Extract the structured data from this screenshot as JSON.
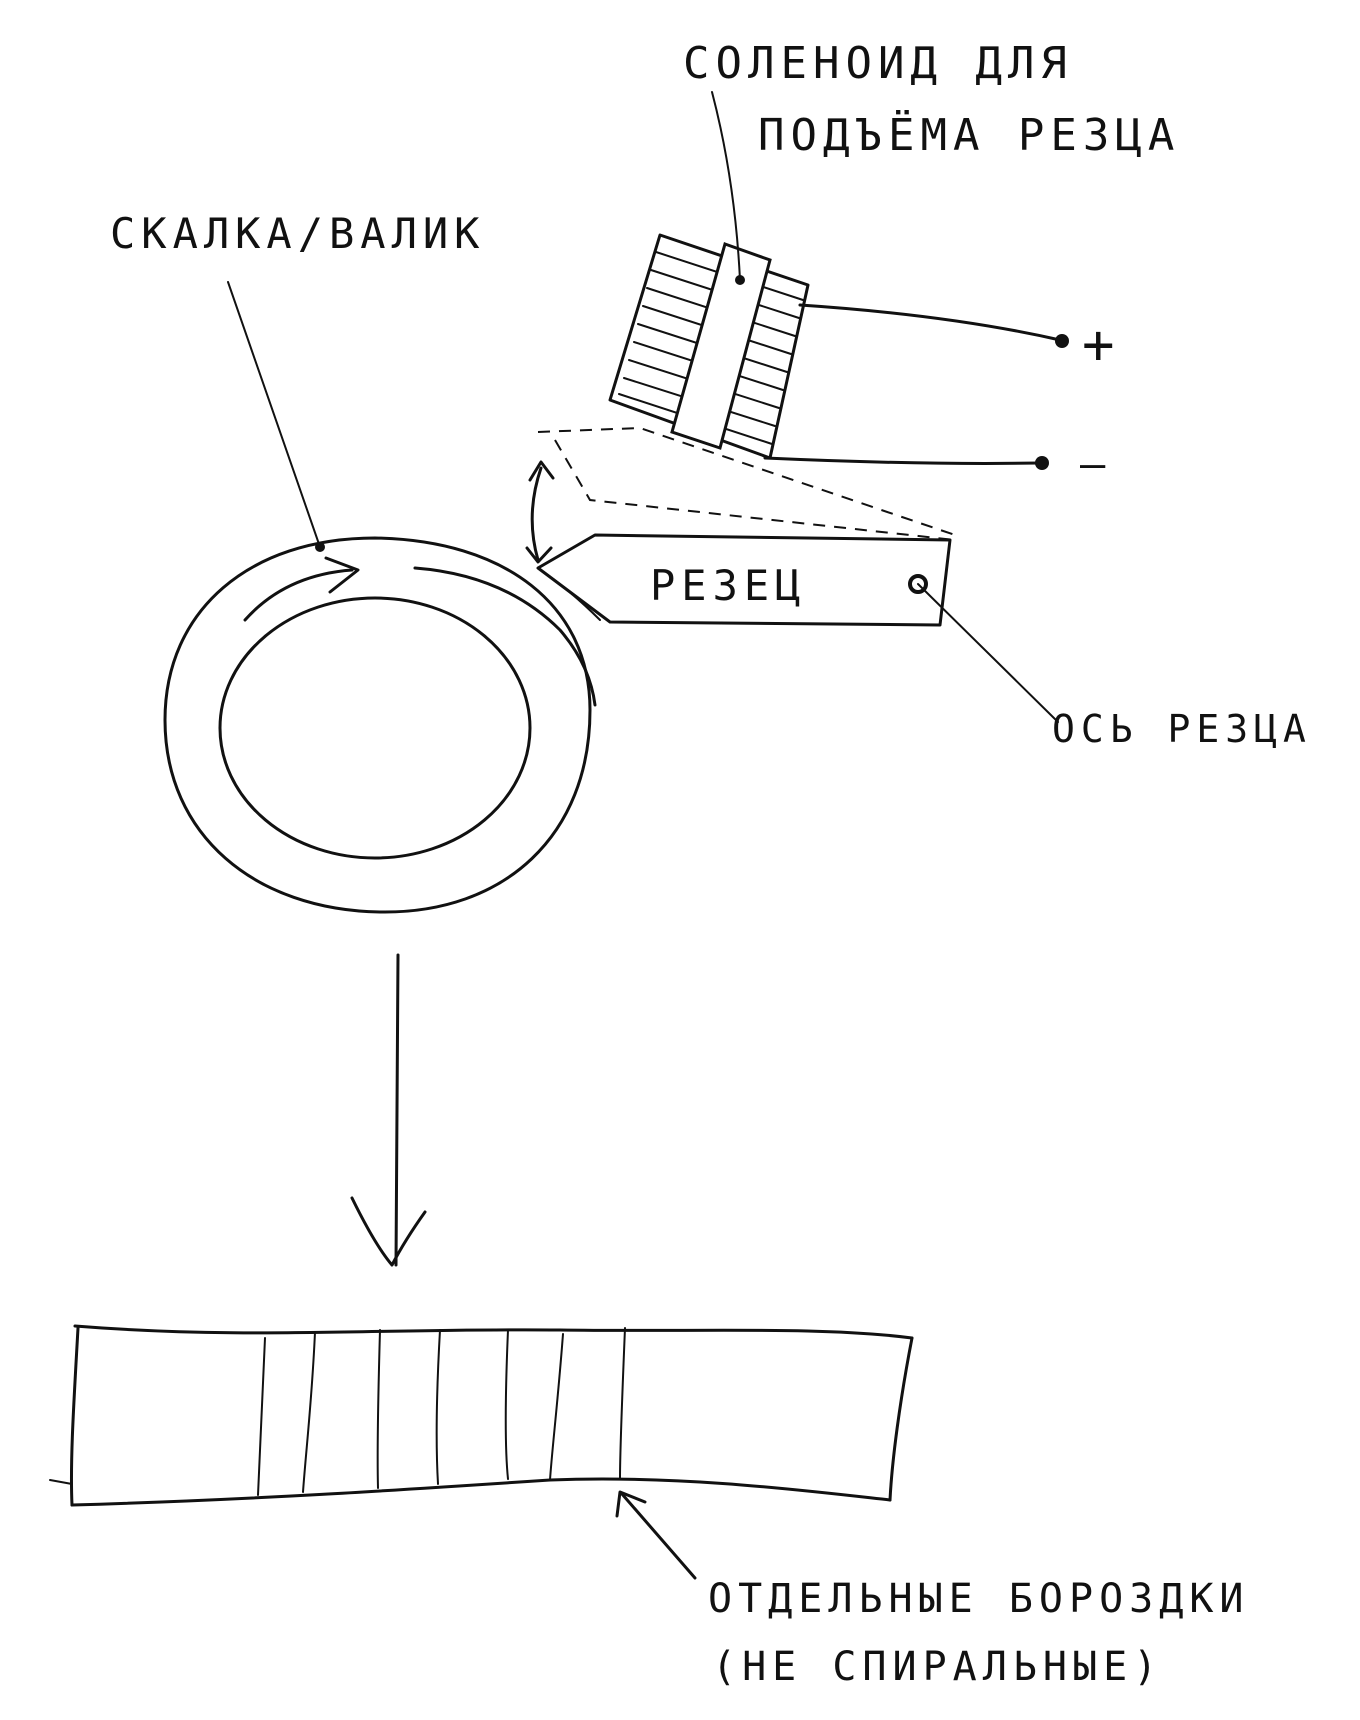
{
  "labels": {
    "solenoid_line1": "СОЛЕНОИД ДЛЯ",
    "solenoid_line2": "ПОДЪЁМА РЕЗЦА",
    "rolling_pin": "СКАЛКА/ВАЛИК",
    "cutter": "РЕЗЕЦ",
    "cutter_axis": "ОСЬ РЕЗЦА",
    "grooves_line1": "ОТДЕЛЬНЫЕ БОРОЗДКИ",
    "grooves_line2": "(НЕ СПИРАЛЬНЫЕ)",
    "plus": "+",
    "minus": "—"
  },
  "colors": {
    "ink": "#111111",
    "paper": "#ffffff"
  }
}
